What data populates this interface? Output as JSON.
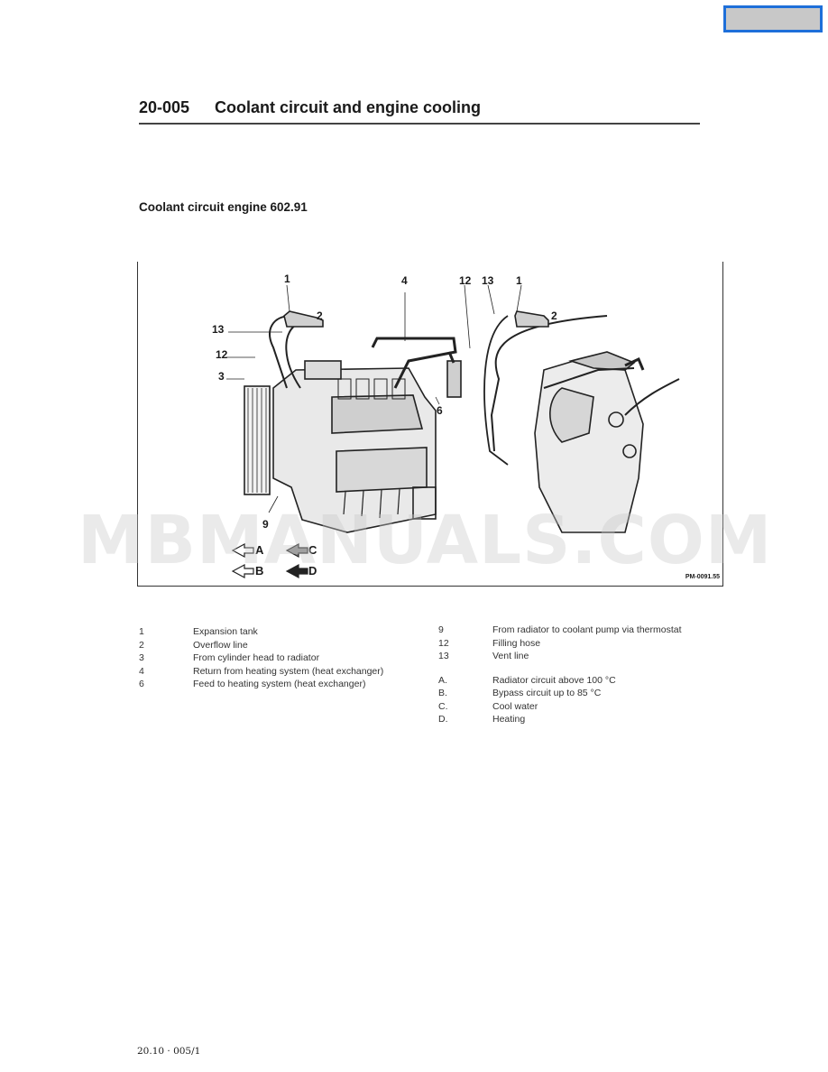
{
  "nav": {
    "accent": "#1e6fd9",
    "fill": "#c8c8c8"
  },
  "header": {
    "code": "20-005",
    "title": "Coolant circuit and engine cooling"
  },
  "section_title": "Coolant circuit engine 602.91",
  "figure": {
    "callouts": {
      "c1_left": "1",
      "c2_left": "2",
      "c13_left": "13",
      "c12_left": "12",
      "c3": "3",
      "c4": "4",
      "c6": "6",
      "c9": "9",
      "c12_right": "12",
      "c13_right": "13",
      "c1_right": "1",
      "c2_right": "2"
    },
    "flow_keys": {
      "a": "A",
      "b": "B",
      "c": "C",
      "d": "D"
    },
    "ref": "PM-0091.55"
  },
  "watermark": "MBMANUALS.COM",
  "legend_left": [
    {
      "num": "1",
      "desc": "Expansion tank"
    },
    {
      "num": "2",
      "desc": "Overflow line"
    },
    {
      "num": "3",
      "desc": "From cylinder head to radiator"
    },
    {
      "num": "4",
      "desc": "Return from heating system (heat exchanger)"
    },
    {
      "num": "6",
      "desc": "Feed to heating system (heat exchanger)"
    }
  ],
  "legend_right": [
    {
      "num": "9",
      "desc": "From radiator to coolant pump via thermostat"
    },
    {
      "num": "12",
      "desc": "Filling hose"
    },
    {
      "num": "13",
      "desc": "Vent line"
    }
  ],
  "legend_flow": [
    {
      "num": "A.",
      "desc": "Radiator circuit above 100 °C"
    },
    {
      "num": "B.",
      "desc": "Bypass circuit up to 85 °C"
    },
    {
      "num": "C.",
      "desc": "Cool water"
    },
    {
      "num": "D.",
      "desc": "Heating"
    }
  ],
  "footer": {
    "page_ref": "20.10 · 005/1"
  }
}
